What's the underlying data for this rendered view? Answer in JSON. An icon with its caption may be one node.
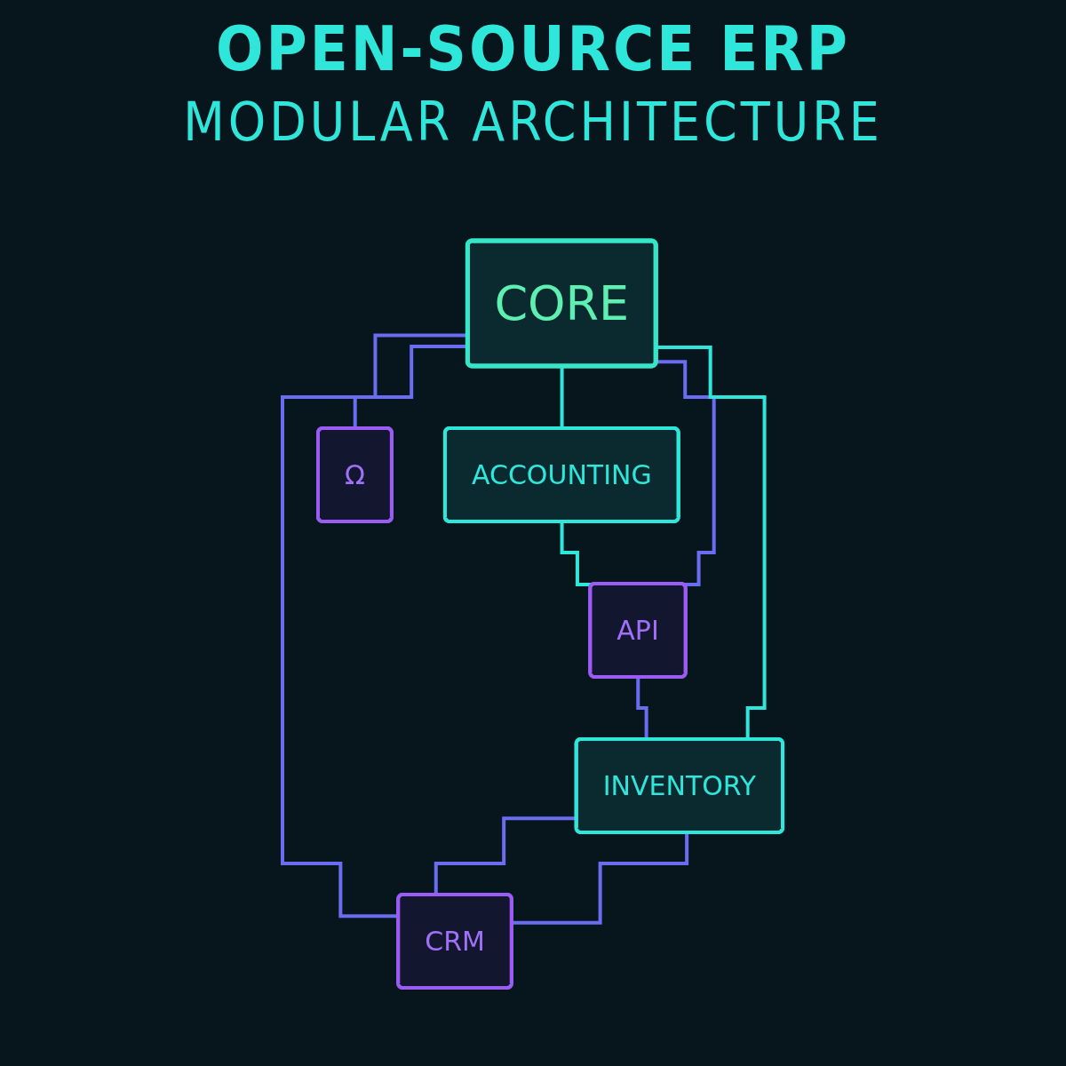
{
  "diagram": {
    "title": "OPEN-SOURCE ERP",
    "caption": "MODULAR ARCHITECTURE",
    "nodes": [
      {
        "text": [
          "ACCOUNTING"
        ]
      },
      {
        "text": [
          "CORE"
        ]
      },
      {
        "text": [
          "API"
        ]
      },
      {
        "text": [
          "INVENTORY"
        ]
      },
      {
        "text": [
          "Ω"
        ]
      },
      {
        "text": [
          "CRM"
        ]
      }
    ],
    "edges": [
      {
        "from": 1,
        "to": 0,
        "arrow": "none",
        "color": "#2ee6da"
      },
      {
        "from": 0,
        "to": 2,
        "arrow": "none",
        "color": "#2ee6da"
      },
      {
        "from": 1,
        "to": 2,
        "arrow": "none"
      },
      {
        "from": 2,
        "to": 3,
        "arrow": "none"
      },
      {
        "from": 1,
        "to": 3,
        "arrow": "none",
        "color": "#2ee6da"
      },
      {
        "from": 1,
        "to": 4,
        "arrow": "none"
      },
      {
        "from": 1,
        "to": 5,
        "arrow": "none"
      },
      {
        "from": 3,
        "to": 5,
        "arrow": "none"
      },
      {
        "from": 3,
        "to": 5,
        "arrow": "none"
      }
    ]
  }
}
